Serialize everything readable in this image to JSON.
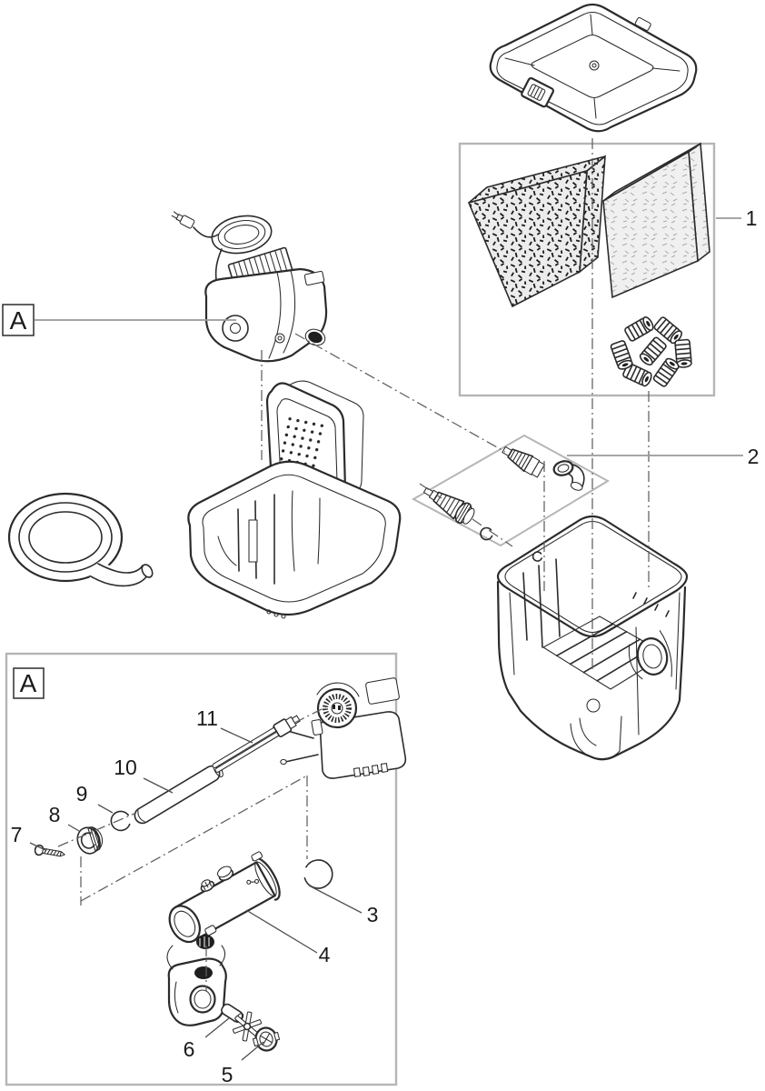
{
  "document_kind": "exploded-parts-diagram",
  "colors": {
    "line": "#2b2b2b",
    "frame_border": "#b5b5b5",
    "leader_gray": "#9a9a9a",
    "leader_dark": "#4f4f4f",
    "foam_fill": "#ececec",
    "speck_dark": "#1c1c1c",
    "speck_light": "#ababab",
    "label_text": "#1a1a1a",
    "background": "#ffffff"
  },
  "labels": {
    "detail_marker": "A",
    "p1": "1",
    "p2": "2",
    "p3": "3",
    "p4": "4",
    "p5": "5",
    "p6": "6",
    "p7": "7",
    "p8": "8",
    "p9": "9",
    "p10": "10",
    "p11": "11"
  },
  "parts": [
    {
      "label": "A",
      "name": "pump-uvc-unit-detail-reference"
    },
    {
      "label": "1",
      "name": "filter-foam-and-bio-media-set"
    },
    {
      "label": "2",
      "name": "hose-connector-set"
    },
    {
      "label": "3",
      "name": "o-ring"
    },
    {
      "label": "4",
      "name": "uvc-water-housing"
    },
    {
      "label": "5",
      "name": "rotor-cap"
    },
    {
      "label": "6",
      "name": "impeller-housing"
    },
    {
      "label": "7",
      "name": "screw"
    },
    {
      "label": "8",
      "name": "knurled-nut"
    },
    {
      "label": "9",
      "name": "retaining-ring"
    },
    {
      "label": "10",
      "name": "quartz-glass-sleeve"
    },
    {
      "label": "11",
      "name": "uvc-lamp"
    }
  ]
}
